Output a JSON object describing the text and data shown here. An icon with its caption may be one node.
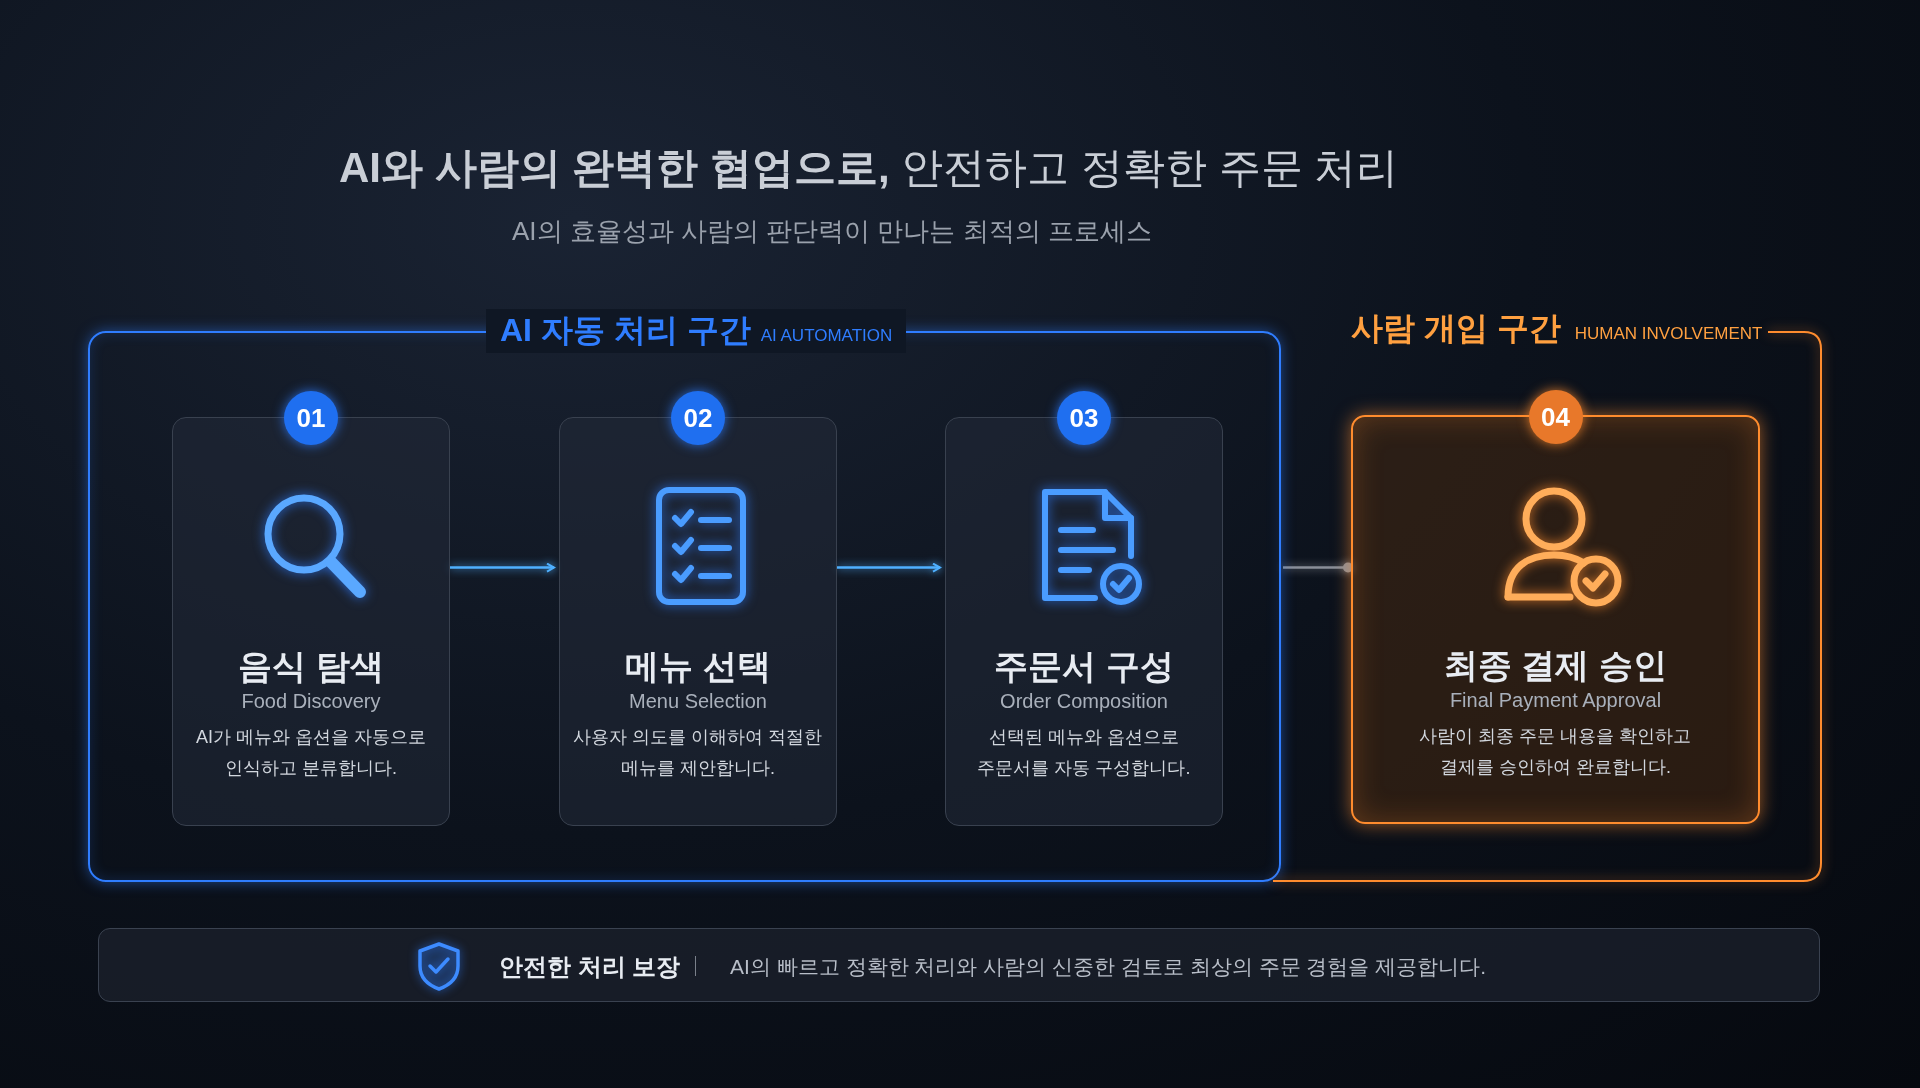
{
  "diagram": {
    "title": "**AI와 사람의 완벽한 협업으로,** 안전하고 정확한 주문 처리",
    "nodes": [
      {
        "text": [
          "AI 자동 처리 구간",
          "AI AUTOMATION"
        ]
      },
      {
        "text": [
          "01",
          "음식 탐색",
          "Food Discovery",
          "AI가 메뉴와 옵션을 자동으로 인식하고 분류합니다."
        ],
        "in": 0
      },
      {
        "text": [
          "02",
          "메뉴 선택",
          "Menu Selection",
          "사용자 의도를 이해하여 적절한 메뉴를 제안합니다."
        ],
        "in": 0
      },
      {
        "text": [
          "03",
          "주문서 구성",
          "Order Composition",
          "선택된 메뉴와 옵션으로 주문서를 자동 구성합니다."
        ],
        "in": 0
      },
      {
        "text": [
          "사람 개입 구간",
          "HUMAN INVOLVEMENT"
        ]
      },
      {
        "text": [
          "04",
          "최종 결제 승인",
          "Final Payment Approval",
          "사람이 최종 주문 내용을 확인하고 결제를 승인하여 완료합니다."
        ],
        "in": 4
      },
      {
        "text": [
          "안전한 처리 보장",
          "AI의 빠르고 정확한 처리와 사람의 신중한 검토로 최상의 주문 경험을 제공합니다."
        ]
      }
    ],
    "edges": [
      {
        "from": 1,
        "to": 2,
        "arrow": "to"
      },
      {
        "from": 2,
        "to": 3,
        "arrow": "to"
      },
      {
        "from": 0,
        "to": 5,
        "arrow": "other",
        "color": "#8a8f99"
      }
    ],
    "labels": [
      "AI의 효율성과 사람의 판단력이 만나는 최적의 프로세스"
    ]
  }
}
